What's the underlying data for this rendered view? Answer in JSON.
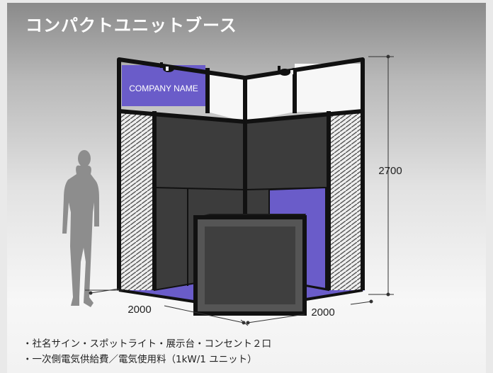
{
  "title": "コンパクトユニットブース",
  "booth": {
    "sign_text": "COMPANY NAME",
    "height_label": "2700",
    "width_left_label": "2000",
    "width_right_label": "2000"
  },
  "notes": [
    "・社名サイン・スポットライト・展示台・コンセント２口",
    "・一次側電気供給費／電気使用料（1kW/1 ユニット）"
  ],
  "colors": {
    "accent_purple": "#6a5cc9",
    "frame": "#111111",
    "panel_dark": "#3c3c3c",
    "title_text": "#ffffff"
  }
}
